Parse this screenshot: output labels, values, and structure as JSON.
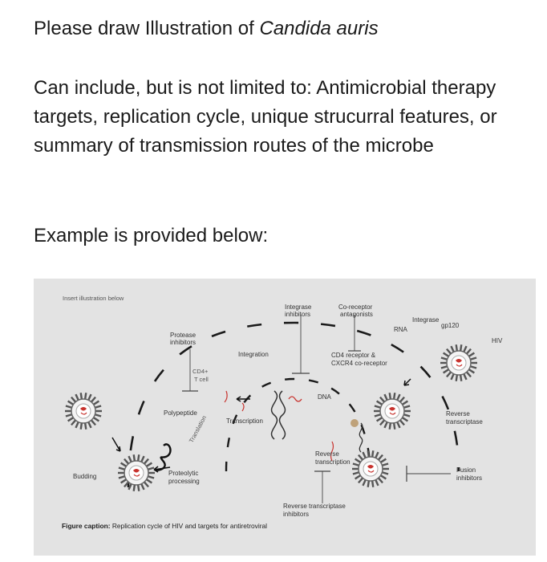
{
  "header": {
    "title_prefix": "Please draw Illustration of ",
    "title_italic": "Candida auris",
    "paragraph": "Can include, but is not limited to: Antimicrobial therapy targets, replication cycle, unique strucurral features, or summary of transmission routes of the microbe",
    "example_note": "Example is provided below:"
  },
  "figure": {
    "insert_label": "Insert illustration below",
    "labels": {
      "integrase_inhibitors_1": "Integrase",
      "integrase_inhibitors_2": "inhibitors",
      "coreceptor_antagonists_1": "Co-receptor",
      "coreceptor_antagonists_2": "antagonists",
      "rna": "RNA",
      "integrase": "Integrase",
      "gp120": "gp120",
      "hiv": "HIV",
      "protease_inhibitors_1": "Protease",
      "protease_inhibitors_2": "inhibitors",
      "integration": "Integration",
      "cd4_receptor_1": "CD4 receptor &",
      "cd4_receptor_2": "CXCR4 co-receptor",
      "cd4_tcell_1": "CD4+",
      "cd4_tcell_2": "T cell",
      "dna": "DNA",
      "polypeptide": "Polypeptide",
      "translation": "Translation",
      "transcription": "Transcription",
      "reverse_transcriptase_1": "Reverse",
      "reverse_transcriptase_2": "transcriptase",
      "reverse_transcription_1": "Reverse",
      "reverse_transcription_2": "transcription",
      "proteolytic_1": "Proteolytic",
      "proteolytic_2": "processing",
      "budding": "Budding",
      "fusion_inhibitors_1": "Fusion",
      "fusion_inhibitors_2": "inhibitors",
      "rt_inhibitors_1": "Reverse transcriptase",
      "rt_inhibitors_2": "inhibitors"
    },
    "caption_label": "Figure caption:",
    "caption_text": " Replication cycle of HIV and targets for antiretroviral"
  },
  "colors": {
    "virus_core": "#c8332e",
    "spikes": "#555555",
    "figure_bg": "#e3e3e3"
  }
}
